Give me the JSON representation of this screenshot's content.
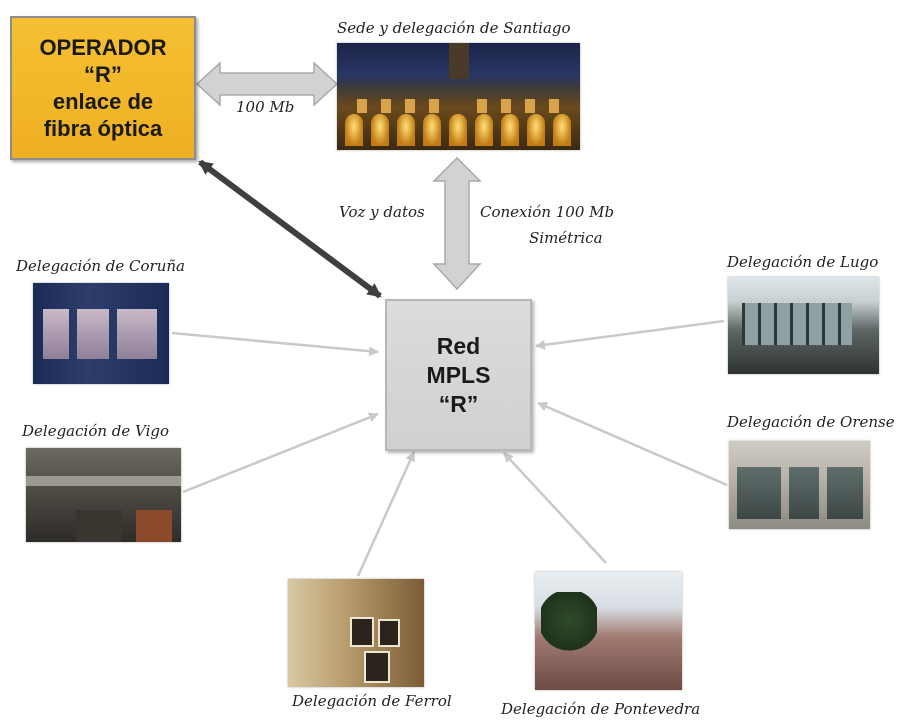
{
  "operator": {
    "lines": [
      "OPERADOR",
      "“R”",
      "enlace de",
      "fibra óptica"
    ]
  },
  "mpls": {
    "lines": [
      "Red",
      "MPLS",
      "“R”"
    ]
  },
  "labels": {
    "santiago": "Sede y delegación de Santiago",
    "link_speed": "100 Mb",
    "voz_datos": "Voz y datos",
    "conexion_line1": "Conexión 100 Mb",
    "conexion_line2": "Simétrica"
  },
  "delegations": {
    "coruna": "Delegación de Coruña",
    "vigo": "Delegación de Vigo",
    "ferrol": "Delegación de Ferrol",
    "pontevedra": "Delegación de Pontevedra",
    "lugo": "Delegación de Lugo",
    "orense": "Delegación de Orense"
  },
  "colors": {
    "operator_fill": "#f2b62a",
    "mpls_fill": "#d6d6d6",
    "thin_arrow": "#c9c9c9",
    "dark_arrow": "#3f3f3f",
    "block_arrow": "#cfcfcf"
  }
}
